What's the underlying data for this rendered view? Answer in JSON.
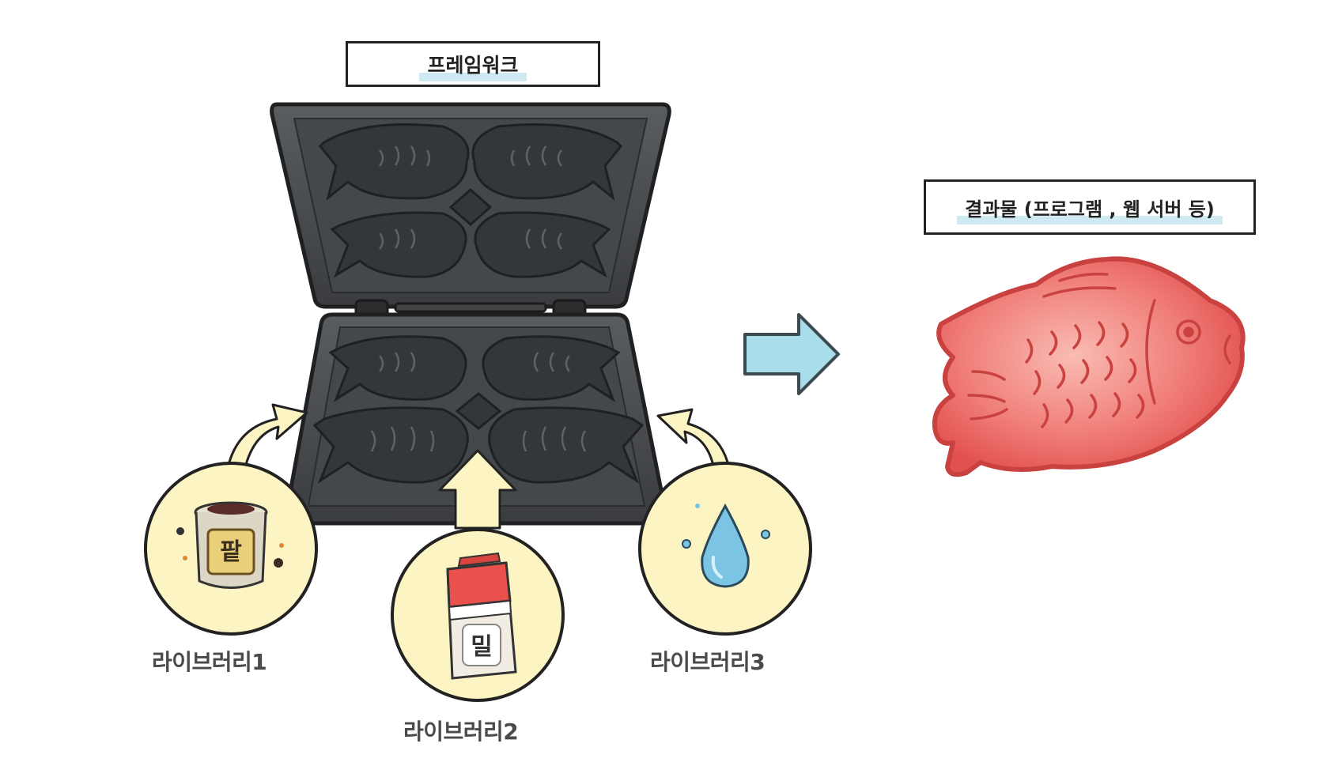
{
  "framework": {
    "label": "프레임워크"
  },
  "result": {
    "label": "결과물 (프로그램 , 웹 서버 등)"
  },
  "libraries": [
    {
      "label": "라이브러리1",
      "ingredient_text": "팥"
    },
    {
      "label": "라이브러리2",
      "ingredient_text": "밀"
    },
    {
      "label": "라이브러리3"
    }
  ],
  "colors": {
    "mold": "#4a4d50",
    "mold_dark": "#2c2e30",
    "bubble": "#fdf4c4",
    "arrow": "#a9dde9",
    "fish": "#ef6b6b",
    "fish_light": "#f7a6a0",
    "water": "#7cc4e3"
  }
}
